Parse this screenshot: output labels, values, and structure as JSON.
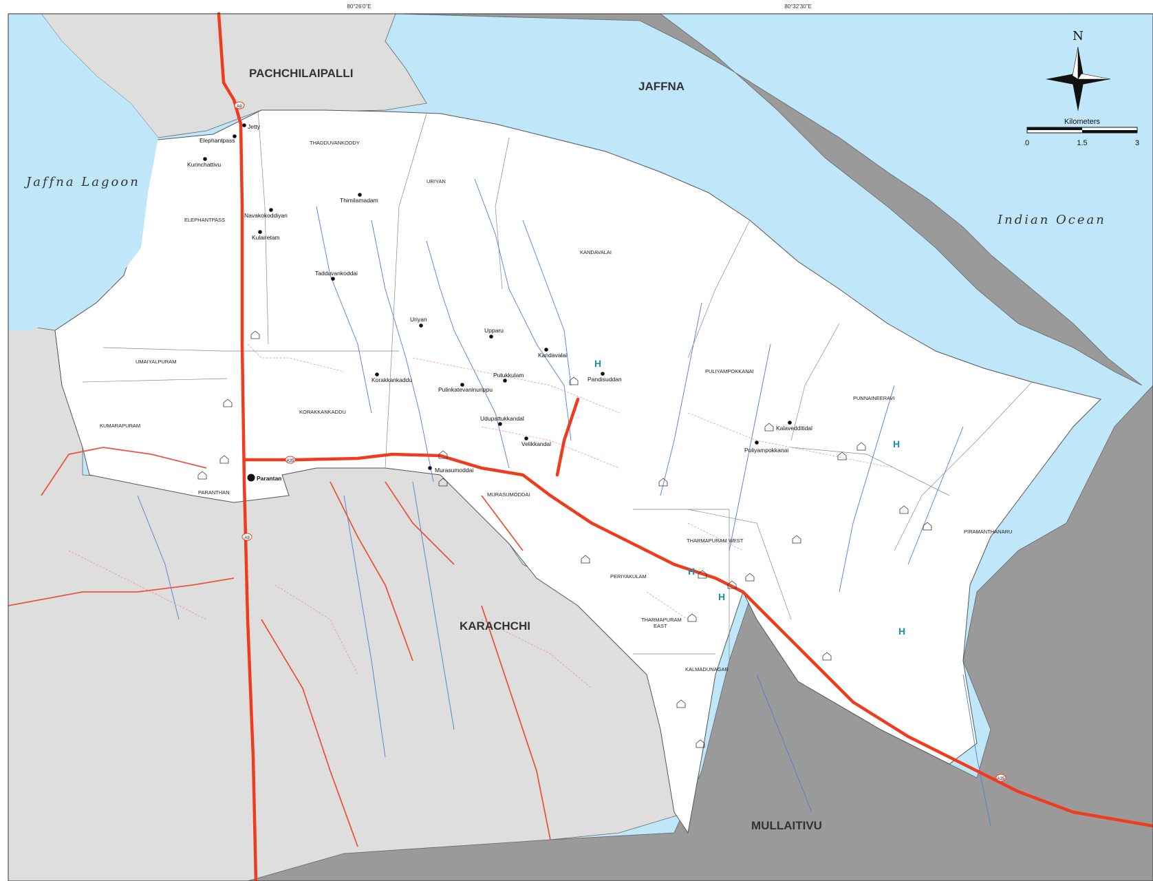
{
  "map": {
    "graticule": [
      "80°26'0\"E",
      "80°32'30\"E"
    ],
    "districts": {
      "jaffna": "JAFFNA",
      "pachchilaipalli": "PACHCHILAIPALLI",
      "karachchi": "KARACHCHI",
      "mullaitivu": "MULLAITIVU"
    },
    "water": {
      "lagoon": "Jaffna Lagoon",
      "ocean": "Indian Ocean"
    },
    "gn_divisions": [
      "THADDUVANKODDY",
      "URIYAN",
      "ELEPHANTPASS",
      "KANDAVALAI",
      "UMAIYALPURAM",
      "KUMARAPURAM",
      "KORAKKANKADDU",
      "PARANTHAN",
      "MURASUMODDAI",
      "PULIYAMPOKKANAI",
      "PUNNAINEERAVI",
      "PIRAMANTHANARU",
      "THARMAPURAM WEST",
      "PERIYAKULAM",
      "THARMAPURAM",
      "EAST",
      "KALMADUNAGAR"
    ],
    "places": [
      "Jetty",
      "Elephantpass",
      "Kurinchattivu",
      "Thimilamadam",
      "Navakokoddiyan",
      "Kulairetam",
      "Tadduvankoddai",
      "Uriyan",
      "Upparu",
      "Kandavalai",
      "Pandisuddan",
      "Korakkankaddu",
      "Putukkulam",
      "Pulinkatevaninurippu",
      "Udupattukkandal",
      "Velikkandal",
      "Murasumoddai",
      "Parantan",
      "Kalavedditidal",
      "Puliyampokkanai"
    ],
    "roads": [
      "A9",
      "A9",
      "A35",
      "A35"
    ],
    "hospital_symbol": "H",
    "north_arrow": "N",
    "scale": {
      "title": "Kilometers",
      "ticks": [
        "0",
        "1.5",
        "3"
      ]
    },
    "colors": {
      "water": "#bfe6f9",
      "outside": "#9a9a9a",
      "neighbor": "#dedede",
      "district": "#ffffff",
      "highway": "#f03c1e",
      "minor_road": "#f08a80",
      "stream": "#4d7fd6"
    }
  }
}
